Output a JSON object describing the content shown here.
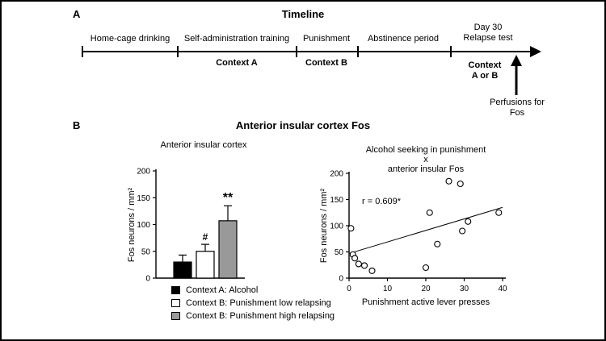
{
  "panel_a": {
    "label": "A",
    "title": "Timeline",
    "phase1": "Home-cage drinking",
    "phase2": "Self-administration training",
    "phase3": "Punishment",
    "phase4": "Abstinence period",
    "phase5_line1": "Day 30",
    "phase5_line2": "Relapse test",
    "context_a": "Context A",
    "context_b": "Context B",
    "context_ab_line1": "Context",
    "context_ab_line2": "A or B",
    "perfusion_line1": "Perfusions for",
    "perfusion_line2": "Fos"
  },
  "panel_b": {
    "label": "B",
    "title": "Anterior insular cortex Fos"
  },
  "chart_data": [
    {
      "type": "bar",
      "title": "Anterior insular cortex",
      "ylabel": "Fos neurons / mm²",
      "ylim": [
        0,
        200
      ],
      "yticks": [
        0,
        50,
        100,
        150,
        200
      ],
      "categories": [
        "Context A: Alcohol",
        "Context B: Punishment low relapsing",
        "Context B: Punishment high relapsing"
      ],
      "values": [
        30,
        50,
        107
      ],
      "errors": [
        13,
        13,
        28
      ],
      "bar_colors": [
        "#000000",
        "#ffffff",
        "#999999"
      ],
      "annotations": [
        {
          "bar": 1,
          "text": "#"
        },
        {
          "bar": 2,
          "text": "**"
        }
      ],
      "legend_position": "below"
    },
    {
      "type": "scatter",
      "title_line1": "Alcohol seeking in punishment",
      "title_line2": "x",
      "title_line3": "anterior insular Fos",
      "xlabel": "Punishment active lever presses",
      "ylabel": "Fos neurons / mm²",
      "xlim": [
        0,
        40
      ],
      "ylim": [
        0,
        200
      ],
      "xticks": [
        0,
        10,
        20,
        30,
        40
      ],
      "yticks": [
        0,
        50,
        100,
        150,
        200
      ],
      "correlation_label": "r = 0.609*",
      "points": [
        [
          0.5,
          95
        ],
        [
          1,
          45
        ],
        [
          1.5,
          38
        ],
        [
          2.5,
          27
        ],
        [
          4,
          24
        ],
        [
          6,
          14
        ],
        [
          20,
          20
        ],
        [
          21,
          125
        ],
        [
          23,
          65
        ],
        [
          26,
          185
        ],
        [
          29,
          180
        ],
        [
          29.5,
          90
        ],
        [
          31,
          108
        ],
        [
          39,
          125
        ]
      ],
      "regression_line": {
        "x": [
          0,
          40
        ],
        "y": [
          47,
          135
        ]
      }
    }
  ]
}
